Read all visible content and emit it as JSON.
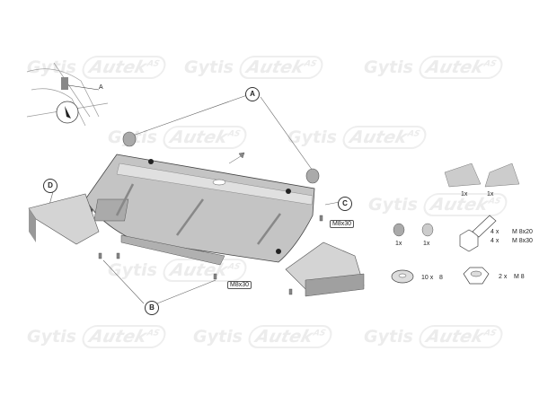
{
  "watermark": {
    "left": "Gytis",
    "boxed": "Autek",
    "sup": "AS"
  },
  "callouts": {
    "a": "A",
    "b": "B",
    "c": "C",
    "d": "D"
  },
  "tags": {
    "t1": "M8x30",
    "t2": "M8x30"
  },
  "inset": {
    "label_a": "A"
  },
  "parts": {
    "bracket_left_qty": "1x",
    "bracket_right_qty": "1x",
    "clip1_qty": "1x",
    "clip2_qty": "1x",
    "bolt_qty1": "4 x",
    "bolt_size1": "M 8x20",
    "bolt_qty2": "4 x",
    "bolt_size2": "M 8x30",
    "washer_qty": "10 x",
    "washer_size": "8",
    "nut_qty": "2 x",
    "nut_size": "M 8"
  }
}
